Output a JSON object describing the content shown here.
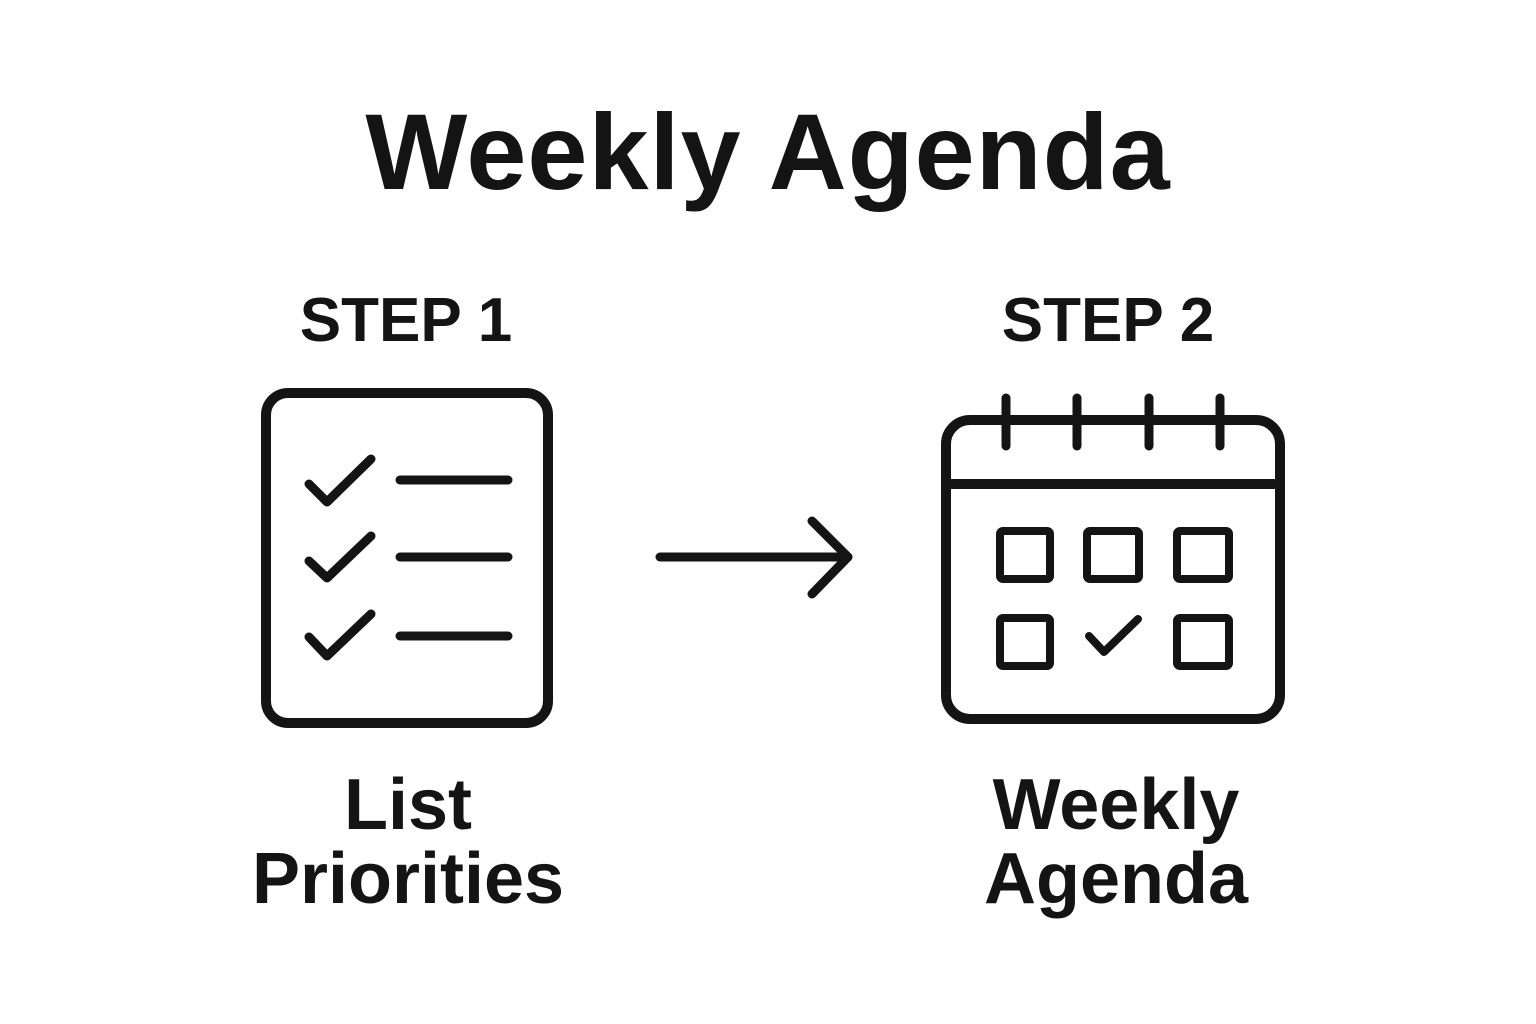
{
  "title": "Weekly Agenda",
  "steps": [
    {
      "label": "STEP 1",
      "caption_lines": [
        "List",
        "Priorities"
      ],
      "icon": "checklist-icon"
    },
    {
      "label": "STEP 2",
      "caption_lines": [
        "Weekly",
        "Agenda"
      ],
      "icon": "calendar-icon"
    }
  ],
  "connector": {
    "icon": "arrow-right-icon"
  },
  "colors": {
    "ink": "#141414",
    "background": "#ffffff"
  }
}
